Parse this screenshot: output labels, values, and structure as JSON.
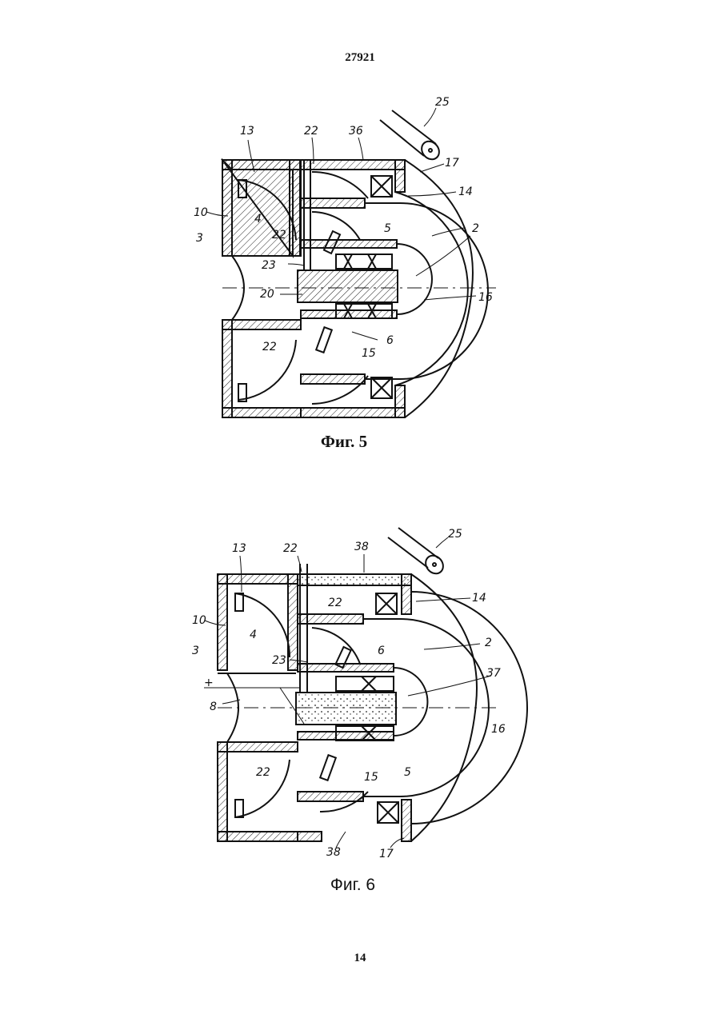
{
  "page": {
    "header": "27921",
    "page_number": "14"
  },
  "figure5": {
    "caption": "Фиг. 5",
    "labels": {
      "l25": "25",
      "l13": "13",
      "l22a": "22",
      "l36": "36",
      "l17": "17",
      "l14": "14",
      "l10": "10",
      "l4": "4",
      "l3": "3",
      "l22b": "22",
      "l5": "5",
      "l2": "2",
      "l23": "23",
      "l20": "20",
      "l16": "16",
      "l22c": "22",
      "l6": "6",
      "l15": "15"
    }
  },
  "figure6": {
    "caption": "Фиг. 6",
    "labels": {
      "l25": "25",
      "l13": "13",
      "l22a": "22",
      "l38a": "38",
      "l14": "14",
      "l10": "10",
      "l22b": "22",
      "l4": "4",
      "l3": "3",
      "l6": "6",
      "l2": "2",
      "l23": "23",
      "l37": "37",
      "lplus": "+",
      "l8": "8",
      "l16": "16",
      "l22c": "22",
      "l15": "15",
      "l5": "5",
      "l38b": "38",
      "l17": "17"
    }
  }
}
